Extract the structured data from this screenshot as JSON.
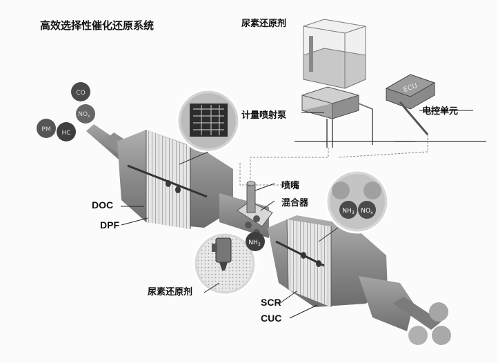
{
  "title": "高效选择性催化还原系统",
  "labels": {
    "urea_tank": "尿素还原剂",
    "dosing_pump": "计量喷射泵",
    "ecu_unit": "电控单元",
    "nozzle": "喷嘴",
    "mixer": "混合器",
    "doc": "DOC",
    "dpf": "DPF",
    "urea_reductant": "尿素还原剂",
    "scr": "SCR",
    "cuc": "CUC"
  },
  "molecules": {
    "inlet": [
      "CO",
      "NO",
      "PM",
      "HC"
    ],
    "inlet_no_subscript": "x",
    "nh3": "NH",
    "nh3_subscript": "3",
    "bubble_nh3": "NH",
    "bubble_nh3_subscript": "3",
    "bubble_nox": "NO",
    "bubble_nox_subscript": "x",
    "ecu": "ECU"
  },
  "colors": {
    "shell": "#8d8d8d",
    "shell_dark": "#6a6a6a",
    "shell_light": "#b4b4b4",
    "molecule": "#4a4a4a",
    "molecule_light": "#a8a8a8",
    "line": "#333333"
  }
}
